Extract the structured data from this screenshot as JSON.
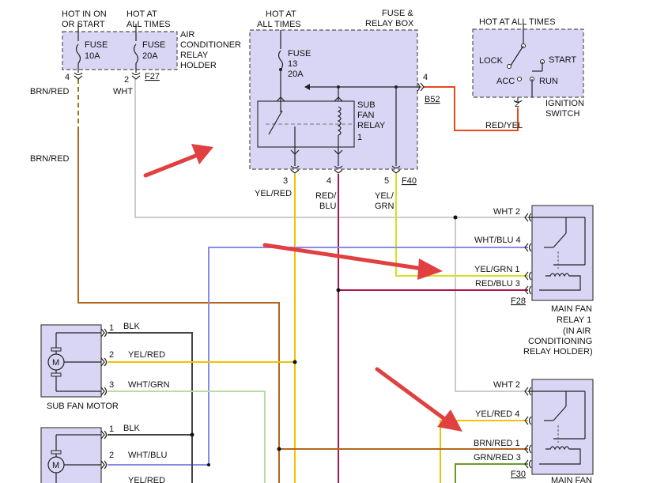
{
  "labels": {
    "hot_in_on_1": "HOT IN ON",
    "hot_in_on_2": "OR START",
    "hot_at_1": "HOT AT",
    "hot_at_2": "ALL TIMES",
    "fuse": "FUSE",
    "fuse_10a": "10A",
    "fuse_20a": "20A",
    "ac_holder_1": "AIR",
    "ac_holder_2": "CONDITIONER",
    "ac_holder_3": "RELAY",
    "ac_holder_4": "HOLDER",
    "pin_4": "4",
    "pin_2": "2",
    "f27": "F27",
    "brn_red": "BRN/RED",
    "wht": "WHT",
    "hot_at_center_1": "HOT AT",
    "hot_at_center_2": "ALL TIMES",
    "fuse_relay_box_1": "FUSE &",
    "fuse_relay_box_2": "RELAY BOX",
    "fuse_13": "13",
    "sub_fan_relay_1": "SUB",
    "sub_fan_relay_2": "FAN",
    "sub_fan_relay_3": "RELAY",
    "sub_fan_relay_4": "1",
    "b52": "B52",
    "f40": "F40",
    "pin_3": "3",
    "pin_5": "5",
    "yel_red": "YEL/RED",
    "red_blu_1": "RED/",
    "red_blu_2": "BLU",
    "yel_grn_1": "YEL/",
    "yel_grn_2": "GRN",
    "hot_at_all_times": "HOT AT ALL TIMES",
    "lock": "LOCK",
    "start": "START",
    "acc": "ACC",
    "run": "RUN",
    "ignition_1": "IGNITION",
    "ignition_2": "SWITCH",
    "red_yel": "RED/YEL",
    "wht_2": "WHT 2",
    "wht_blu_4": "WHT/BLU 4",
    "yel_grn_1_pin": "YEL/GRN 1",
    "red_blu_3": "RED/BLU 3",
    "f28": "F28",
    "main_fan_relay_1": "MAIN FAN",
    "main_fan_relay_2": "RELAY 1",
    "main_fan_relay_3": "(IN AIR",
    "main_fan_relay_4": "CONDITIONING",
    "main_fan_relay_5": "RELAY HOLDER)",
    "pin_1": "1",
    "blk": "BLK",
    "yel_red_w": "YEL/RED",
    "wht_grn": "WHT/GRN",
    "sub_fan_motor": "SUB FAN MOTOR",
    "motor_m": "M",
    "wht_blu": "WHT/BLU",
    "yel_red_cut": "YEL/RED",
    "wht_2b": "WHT 2",
    "yel_red_4": "YEL/RED 4",
    "brn_red_1": "BRN/RED 1",
    "grn_red_3": "GRN/RED 3",
    "f30": "F30",
    "main_fan_cut": "MAIN FAN"
  },
  "colors": {
    "box_fill": "#d9d6f5",
    "wire_brn_red": "#b5651d",
    "wire_wht": "#cccccc",
    "wire_yel_red": "#f2c200",
    "wire_red_blu": "#b0144a",
    "wire_yel_grn": "#d8e020",
    "wire_wht_blu": "#8a8ae6",
    "wire_red_yel": "#e24a1a",
    "wire_wht_grn": "#b8dca8",
    "wire_grn_red": "#6a9a2a",
    "wire_blk": "#222222",
    "arrow": "#e04040"
  }
}
